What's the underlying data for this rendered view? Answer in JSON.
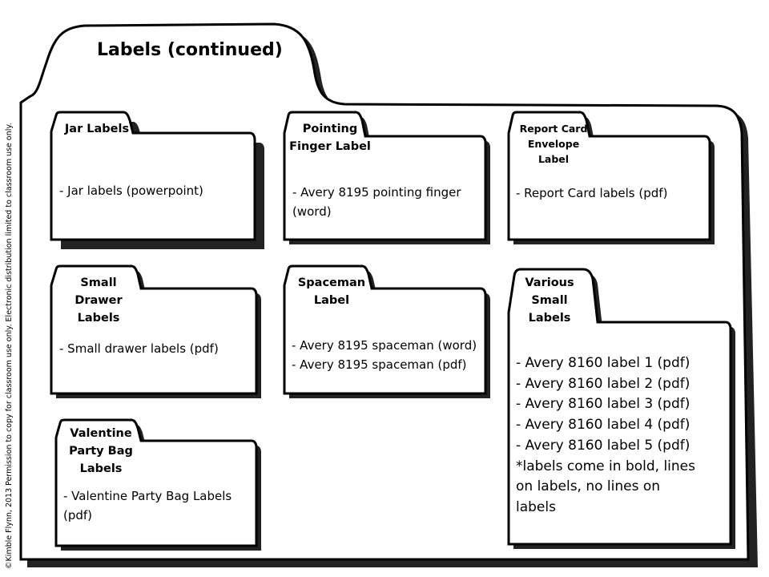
{
  "page_title": "Labels (continued)",
  "copyright": "©Kimble Flynn, 2013 Permission to copy for classroom use only. Electronic distribution limited to classroom use only.",
  "folders": [
    {
      "id": "jar",
      "tab": [
        "Jar Labels"
      ],
      "items": [
        "- Jar labels (powerpoint)"
      ]
    },
    {
      "id": "pointing",
      "tab": [
        "Pointing",
        "Finger Label"
      ],
      "items": [
        "- Avery 8195 pointing finger",
        "(word)"
      ]
    },
    {
      "id": "report",
      "tab": [
        "Report Card",
        "Envelope",
        "Label"
      ],
      "items": [
        "- Report Card labels (pdf)"
      ]
    },
    {
      "id": "drawer",
      "tab": [
        "Small",
        "Drawer",
        "Labels"
      ],
      "items": [
        "- Small drawer labels (pdf)"
      ]
    },
    {
      "id": "spaceman",
      "tab": [
        "Spaceman",
        "Label"
      ],
      "items": [
        "- Avery 8195 spaceman (word)",
        "- Avery 8195 spaceman (pdf)"
      ]
    },
    {
      "id": "various",
      "tab": [
        "Various",
        "Small",
        "Labels"
      ],
      "items": [
        "- Avery  8160 label 1 (pdf)",
        "- Avery  8160 label 2 (pdf)",
        "- Avery  8160 label 3 (pdf)",
        "- Avery  8160 label 4 (pdf)",
        "- Avery  8160 label 5 (pdf)",
        "*labels come in bold, lines",
        "on labels, no lines on",
        "labels"
      ]
    },
    {
      "id": "valentine",
      "tab": [
        "Valentine",
        "Party Bag",
        "Labels"
      ],
      "items": [
        "- Valentine Party Bag Labels",
        "(pdf)"
      ]
    }
  ]
}
